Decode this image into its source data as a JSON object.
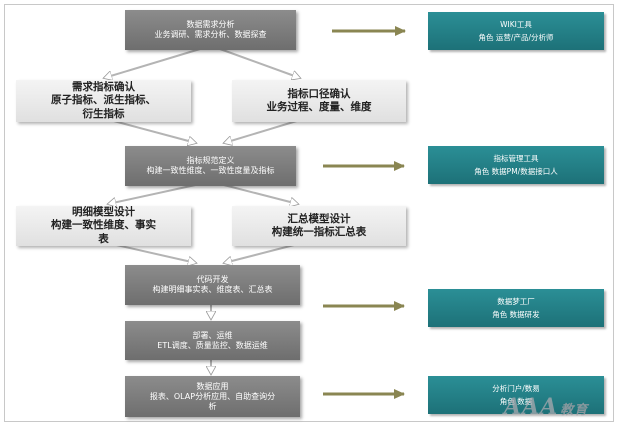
{
  "flow": {
    "step1": {
      "title": "数据需求分析",
      "sub": "业务调研、需求分析、数据探查"
    },
    "left1": {
      "l1": "需求指标确认",
      "l2": "原子指标、派生指标、",
      "l3": "衍生指标"
    },
    "right1": {
      "l1": "指标口径确认",
      "l2": "业务过程、度量、维度"
    },
    "step2": {
      "title": "指标规范定义",
      "sub": "构建一致性维度、一致性度量及指标"
    },
    "left2": {
      "l1": "明细模型设计",
      "l2": "构建一致性维度、事实",
      "l3": "表"
    },
    "right2": {
      "l1": "汇总模型设计",
      "l2": "构建统一指标汇总表"
    },
    "step3": {
      "title": "代码开发",
      "sub": "构建明细事实表、维度表、汇总表"
    },
    "step4": {
      "title": "部署、运维",
      "sub": "ETL调度、质量监控、数据运维"
    },
    "step5": {
      "title": "数据应用",
      "sub1": "报表、OLAP分析应用、自助查询分",
      "sub2": "析"
    }
  },
  "tools": [
    {
      "name": "WIKI工具",
      "role": "角色 运营/产品/分析师"
    },
    {
      "name": "指标管理工具",
      "role": "角色 数据PM/数据接口人"
    },
    {
      "name": "数据梦工厂",
      "role": "角色 数据研发"
    },
    {
      "name": "分析门户/数易",
      "role": "角色 数据"
    }
  ],
  "watermark": {
    "logo": "AAA",
    "suffix": "教育"
  },
  "colors": {
    "dark_box": "#7d7d7d",
    "light_box": "#ebebeb",
    "teal_box": "#237f86",
    "arrow": "#8a8652"
  }
}
